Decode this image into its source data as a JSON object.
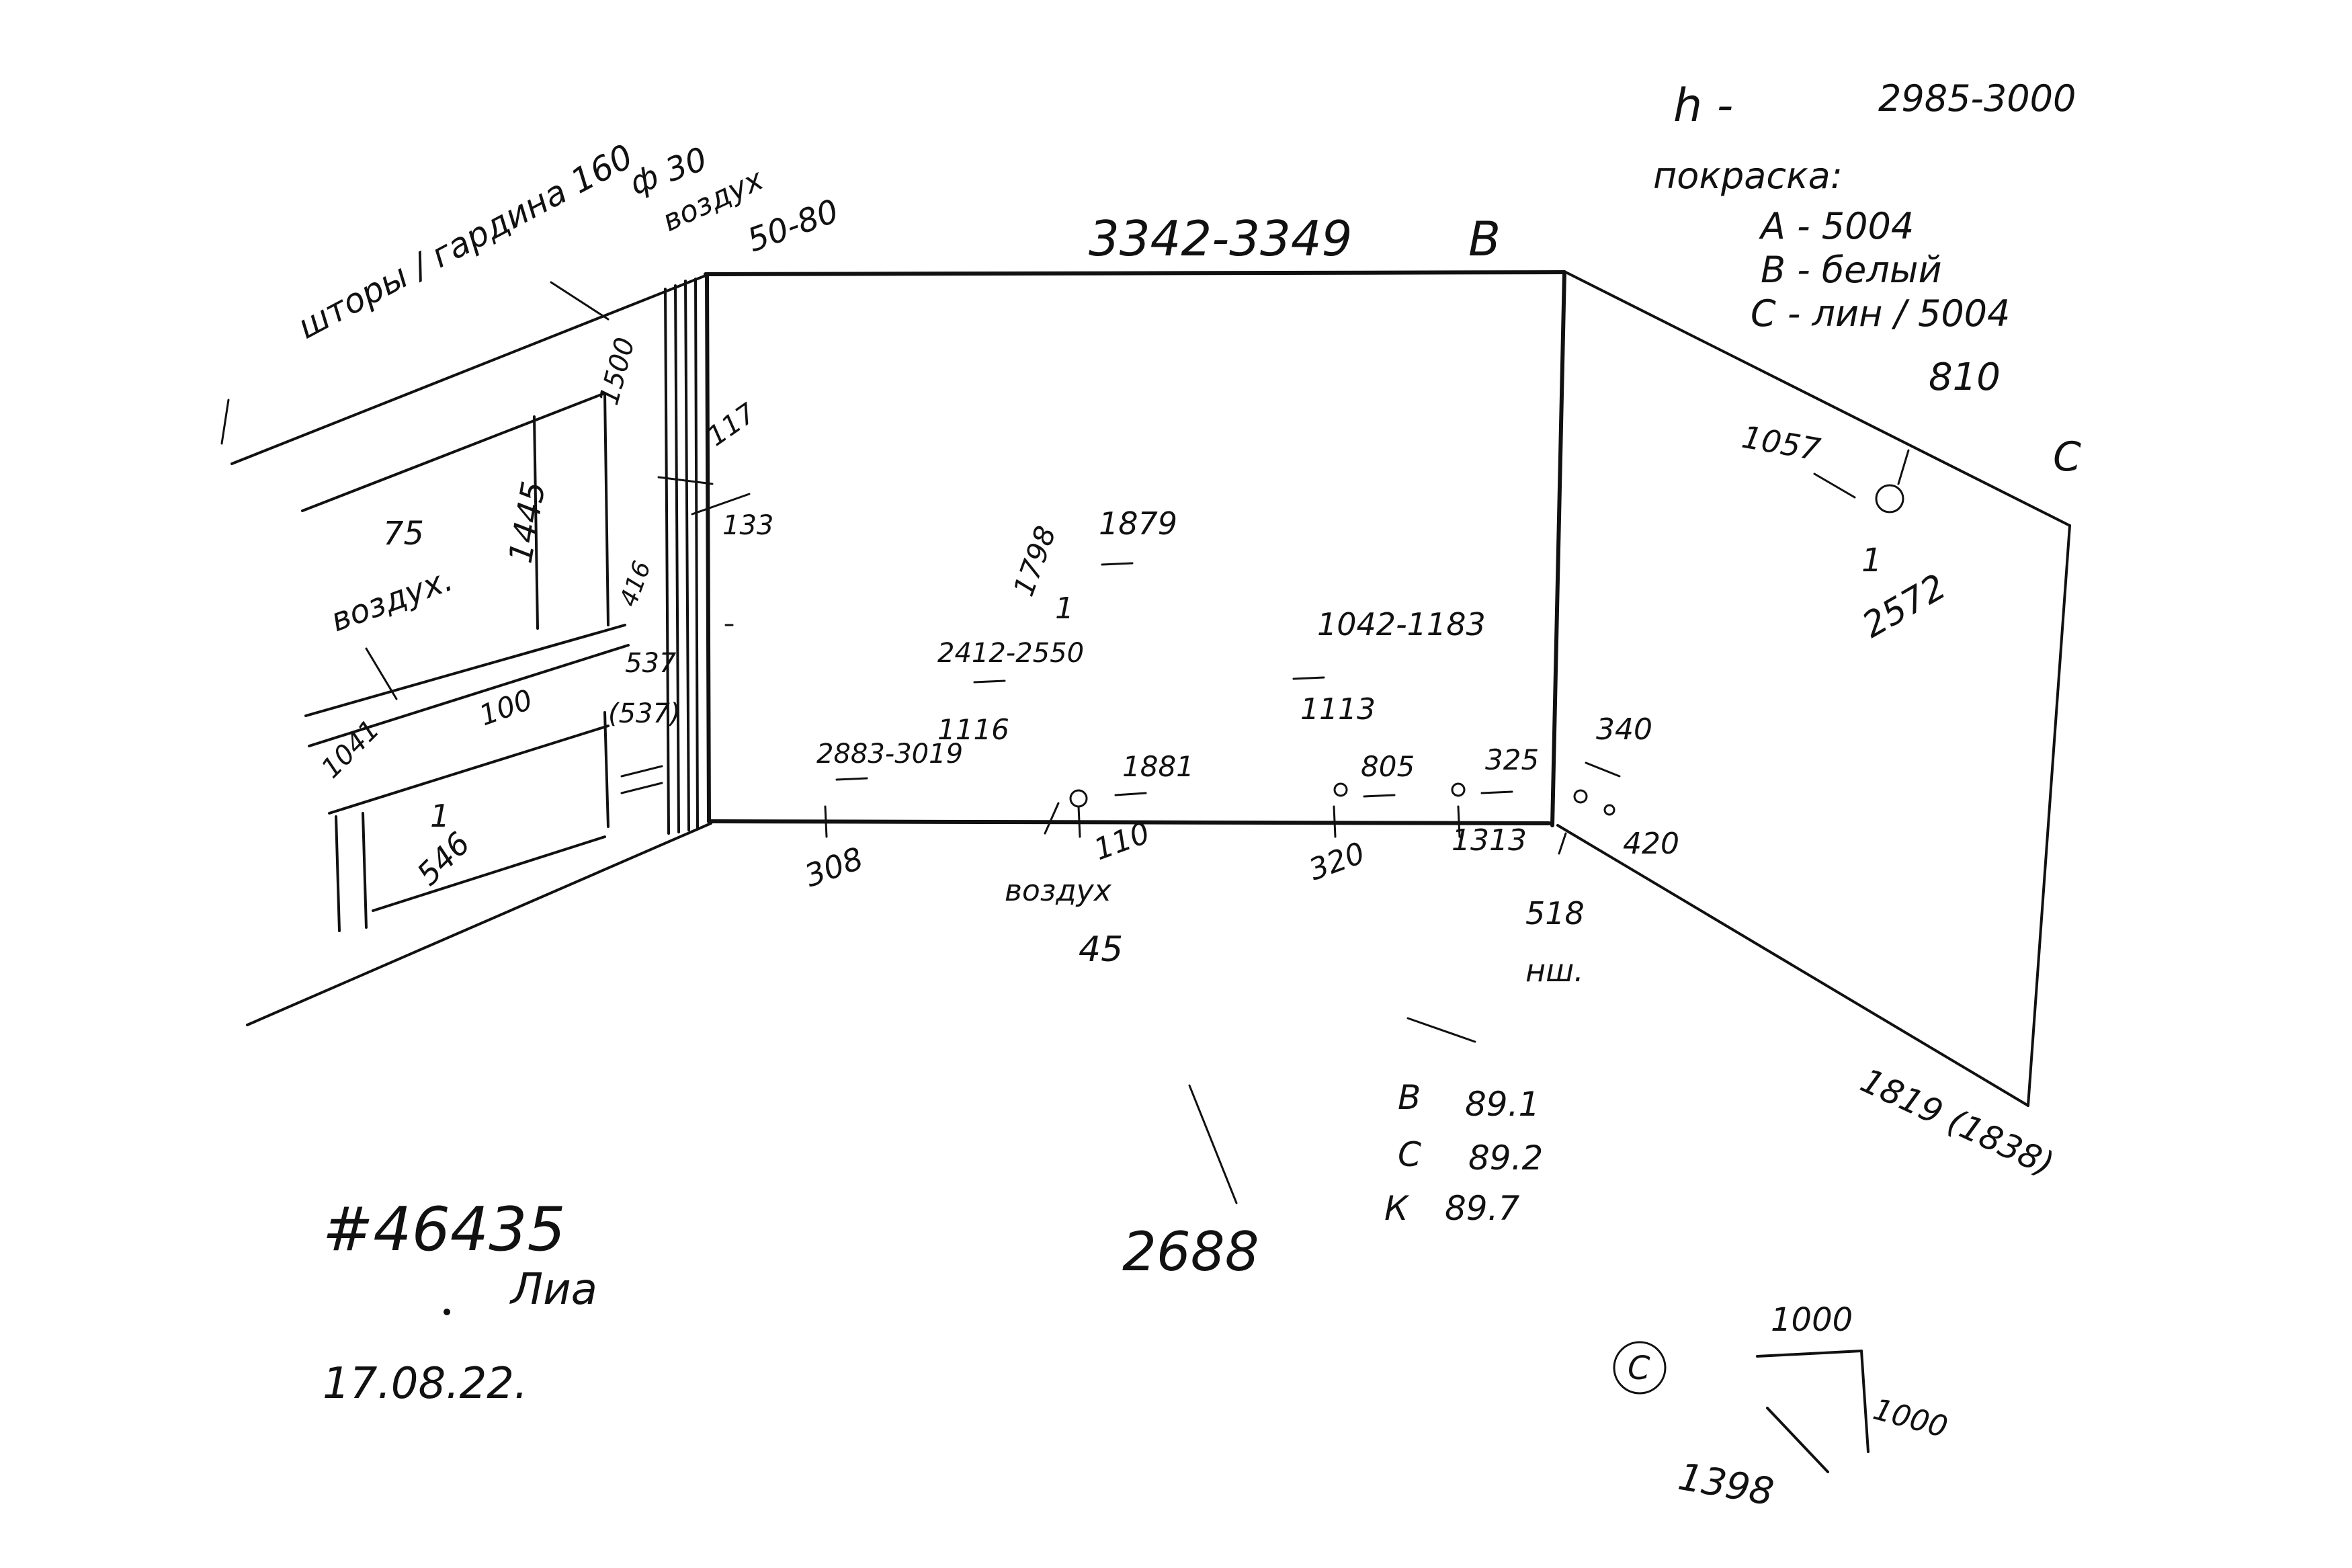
{
  "colors": {
    "ink": "#111111",
    "paper": "#ffffff"
  },
  "wall_b": {
    "width_label": "3342-3349",
    "letter": "B",
    "ceiling_label": "h -",
    "ceiling_value": "2985-3000"
  },
  "wall_c": {
    "letter": "C"
  },
  "paint_notes": {
    "heading": "покраска:",
    "a": "А - 5004",
    "b": "В - белый",
    "c": "С - лин / 5004",
    "extra": "810"
  },
  "left_wall": {
    "diameter": "ф 30",
    "duct_label": "воздух",
    "duct_value": "50-80",
    "curtain_label": "шторы / гардина 160",
    "window_height": "1445",
    "top_dim": "1500",
    "air_label": "воздух.",
    "air_value": "75",
    "dim_117": "117",
    "dim_133": "133",
    "dim_416": "416",
    "dim_537": "537",
    "dim_537b": "(537)",
    "dim_100": "100",
    "dim_1041": "1041",
    "dim_1": "1",
    "dim_546": "546"
  },
  "wall_b_points": {
    "p1798": "1798",
    "p1879": "1879",
    "p1": "1",
    "p2412": "2412-2550",
    "p1116": "1116",
    "p2883": "2883-3019",
    "p1881": "1881",
    "p1042": "1042-1183",
    "p1113": "1113",
    "p805": "805",
    "p325": "325",
    "p340": "340",
    "p420": "420"
  },
  "floor": {
    "d308": "308",
    "d110": "110",
    "d320": "320",
    "d1313": "1313",
    "air_label": "воздух",
    "d45": "45",
    "d518": "518",
    "d518_note": "нш."
  },
  "wall_c_points": {
    "p1057": "1057",
    "p1": "1",
    "p2572": "2572",
    "length": "1819 (1838)"
  },
  "angles": {
    "b": "В",
    "b_val": "89.1",
    "c": "С",
    "c_val": "89.2",
    "k": "К",
    "k_val": "89.7"
  },
  "room_depth": "2688",
  "order": {
    "number": "#46435",
    "name": "Лиа",
    "date": "17.08.22."
  },
  "diagonal": {
    "c_mark": "С",
    "top": "1000",
    "side": "1000",
    "diag": "1398"
  }
}
